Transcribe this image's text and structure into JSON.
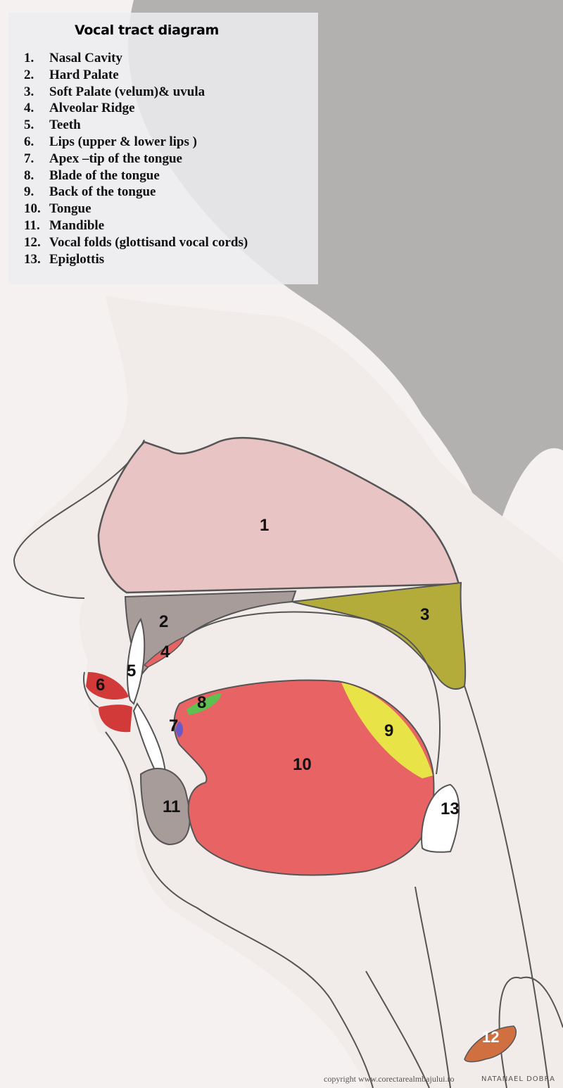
{
  "title": "Vocal tract diagram",
  "legend": [
    {
      "num": "1.",
      "label": "Nasal Cavity"
    },
    {
      "num": "2.",
      "label": "Hard Palate"
    },
    {
      "num": "3.",
      "label": "Soft Palate (velum)&  uvula"
    },
    {
      "num": "4.",
      "label": "Alveolar Ridge"
    },
    {
      "num": "5.",
      "label": "Teeth"
    },
    {
      "num": "6.",
      "label": "Lips (upper & lower lips )"
    },
    {
      "num": "7.",
      "label": "Apex –tip of the tongue"
    },
    {
      "num": "8.",
      "label": "Blade of the tongue"
    },
    {
      "num": "9.",
      "label": "Back of the tongue"
    },
    {
      "num": "10.",
      "label": "Tongue"
    },
    {
      "num": "11.",
      "label": "Mandible"
    },
    {
      "num": "12.",
      "label": "Vocal folds (glottisand vocal cords)"
    },
    {
      "num": "13.",
      "label": "Epiglottis"
    }
  ],
  "labels": [
    "1",
    "2",
    "3",
    "4",
    "5",
    "6",
    "7",
    "8",
    "9",
    "10",
    "11",
    "12",
    "13"
  ],
  "copyright": "copyright www.corectarealmbajului.ro",
  "signature": "NATANAEL DOBRA",
  "colors": {
    "nasal": "#e8c4c4",
    "palate": "#a79c9a",
    "velum": "#b4ac3a",
    "tongue": "#e86464",
    "back": "#e8e448",
    "blade": "#5ec050",
    "apex": "#6a5ac8",
    "lips": "#d23a3a",
    "folds": "#d07040"
  }
}
